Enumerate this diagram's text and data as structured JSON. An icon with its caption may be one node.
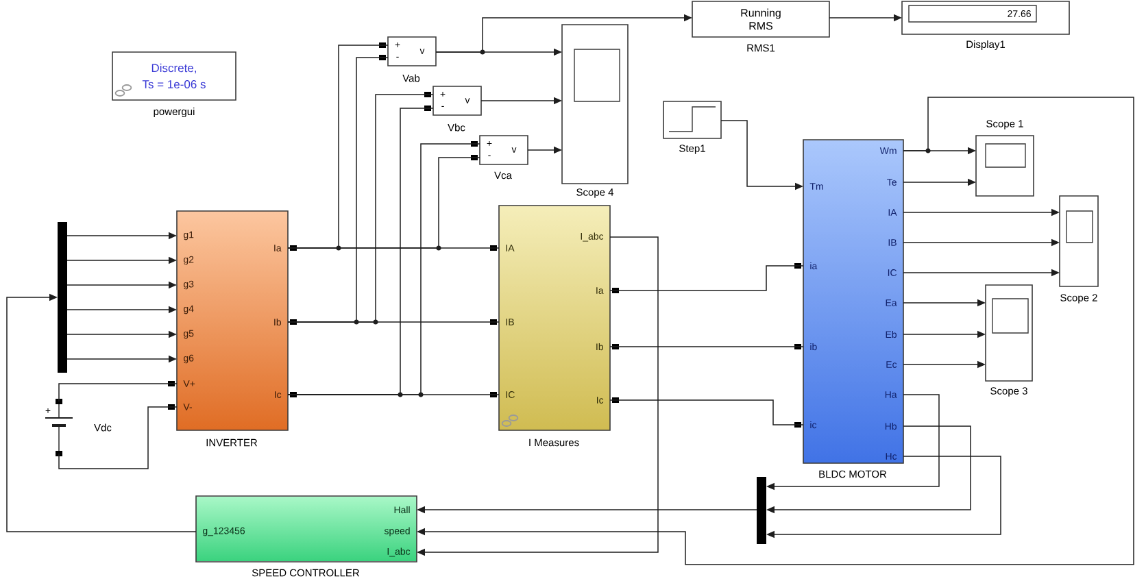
{
  "diagram": {
    "nodes": [
      {
        "text": [
          "Discrete,",
          "Ts = 1e-06 s"
        ],
        "beside": [
          "powergui"
        ]
      },
      {
        "text": [
          "+",
          "-",
          "v"
        ],
        "beside": [
          "Vab"
        ]
      },
      {
        "text": [
          "+",
          "-",
          "v"
        ],
        "beside": [
          "Vbc"
        ]
      },
      {
        "text": [
          "+",
          "-",
          "v"
        ],
        "beside": [
          "Vca"
        ]
      },
      {
        "text": [],
        "shape": "box",
        "beside": [
          "Scope 4"
        ]
      },
      {
        "text": [
          "Running RMS"
        ],
        "beside": [
          "RMS1"
        ]
      },
      {
        "text": [
          "27.66"
        ],
        "beside": [
          "Display1"
        ]
      },
      {
        "text": [],
        "shape": "box",
        "beside": [
          "Step1"
        ]
      },
      {
        "text": [],
        "shape": "box",
        "beside": [
          "Scope 1"
        ]
      },
      {
        "text": [
          "Tm",
          "ia",
          "ib",
          "ic",
          "Wm",
          "Te",
          "IA",
          "IB",
          "IC",
          "Ea",
          "Eb",
          "Ec",
          "Ha",
          "Hb",
          "Hc"
        ],
        "beside": [
          "BLDC MOTOR"
        ]
      },
      {
        "text": [],
        "shape": "box",
        "beside": [
          "Scope 2"
        ]
      },
      {
        "text": [],
        "shape": "box",
        "beside": [
          "Scope 3"
        ]
      },
      {
        "text": [],
        "shape": "bar"
      },
      {
        "text": [
          "g1",
          "g2",
          "g3",
          "g4",
          "g5",
          "g6",
          "V+",
          "V-",
          "Ia",
          "Ib",
          "Ic"
        ],
        "beside": [
          "INVERTER"
        ]
      },
      {
        "text": [
          "IA",
          "IB",
          "IC",
          "I_abc",
          "Ia",
          "Ib",
          "Ic"
        ],
        "beside": [
          "I Measures"
        ]
      },
      {
        "text": [
          "+"
        ],
        "beside": [
          "Vdc"
        ]
      },
      {
        "text": [],
        "shape": "bar"
      },
      {
        "text": [
          "Hall",
          "speed",
          "I_abc",
          "g_123456"
        ],
        "beside": [
          "SPEED CONTROLLER"
        ]
      }
    ],
    "edges": [
      {
        "from": 12,
        "to": 13,
        "arrow": "to"
      },
      {
        "from": 12,
        "to": 13,
        "arrow": "to"
      },
      {
        "from": 12,
        "to": 13,
        "arrow": "to"
      },
      {
        "from": 12,
        "to": 13,
        "arrow": "to"
      },
      {
        "from": 12,
        "to": 13,
        "arrow": "to"
      },
      {
        "from": 12,
        "to": 13,
        "arrow": "to"
      },
      {
        "from": 15,
        "to": 13,
        "arrow": "none"
      },
      {
        "from": 15,
        "to": 13,
        "arrow": "none"
      },
      {
        "from": 13,
        "to": 14,
        "arrow": "none"
      },
      {
        "from": 13,
        "to": 1,
        "arrow": "none"
      },
      {
        "from": 13,
        "to": 3,
        "arrow": "none"
      },
      {
        "from": 13,
        "to": 14,
        "arrow": "none"
      },
      {
        "from": 13,
        "to": 1,
        "arrow": "none"
      },
      {
        "from": 13,
        "to": 2,
        "arrow": "none"
      },
      {
        "from": 13,
        "to": 14,
        "arrow": "none"
      },
      {
        "from": 13,
        "to": 2,
        "arrow": "none"
      },
      {
        "from": 13,
        "to": 3,
        "arrow": "none"
      },
      {
        "from": 1,
        "to": 4,
        "arrow": "to"
      },
      {
        "from": 1,
        "to": 5,
        "arrow": "to"
      },
      {
        "from": 2,
        "to": 4,
        "arrow": "to"
      },
      {
        "from": 3,
        "to": 4,
        "arrow": "to"
      },
      {
        "from": 5,
        "to": 6,
        "arrow": "to"
      },
      {
        "from": 7,
        "to": 9,
        "arrow": "to"
      },
      {
        "from": 14,
        "to": 9,
        "arrow": "none"
      },
      {
        "from": 14,
        "to": 9,
        "arrow": "none"
      },
      {
        "from": 14,
        "to": 9,
        "arrow": "none"
      },
      {
        "from": 9,
        "to": 8,
        "arrow": "to"
      },
      {
        "from": 9,
        "to": 8,
        "arrow": "to"
      },
      {
        "from": 9,
        "to": 10,
        "arrow": "to"
      },
      {
        "from": 9,
        "to": 10,
        "arrow": "to"
      },
      {
        "from": 9,
        "to": 10,
        "arrow": "to"
      },
      {
        "from": 9,
        "to": 11,
        "arrow": "to"
      },
      {
        "from": 9,
        "to": 11,
        "arrow": "to"
      },
      {
        "from": 9,
        "to": 11,
        "arrow": "to"
      },
      {
        "from": 9,
        "to": 16,
        "arrow": "to"
      },
      {
        "from": 9,
        "to": 16,
        "arrow": "to"
      },
      {
        "from": 9,
        "to": 16,
        "arrow": "to"
      },
      {
        "from": 16,
        "to": 17,
        "arrow": "to"
      },
      {
        "from": 9,
        "to": 17,
        "arrow": "to"
      },
      {
        "from": 14,
        "to": 17,
        "arrow": "to"
      },
      {
        "from": 17,
        "to": 12,
        "arrow": "to"
      }
    ]
  }
}
